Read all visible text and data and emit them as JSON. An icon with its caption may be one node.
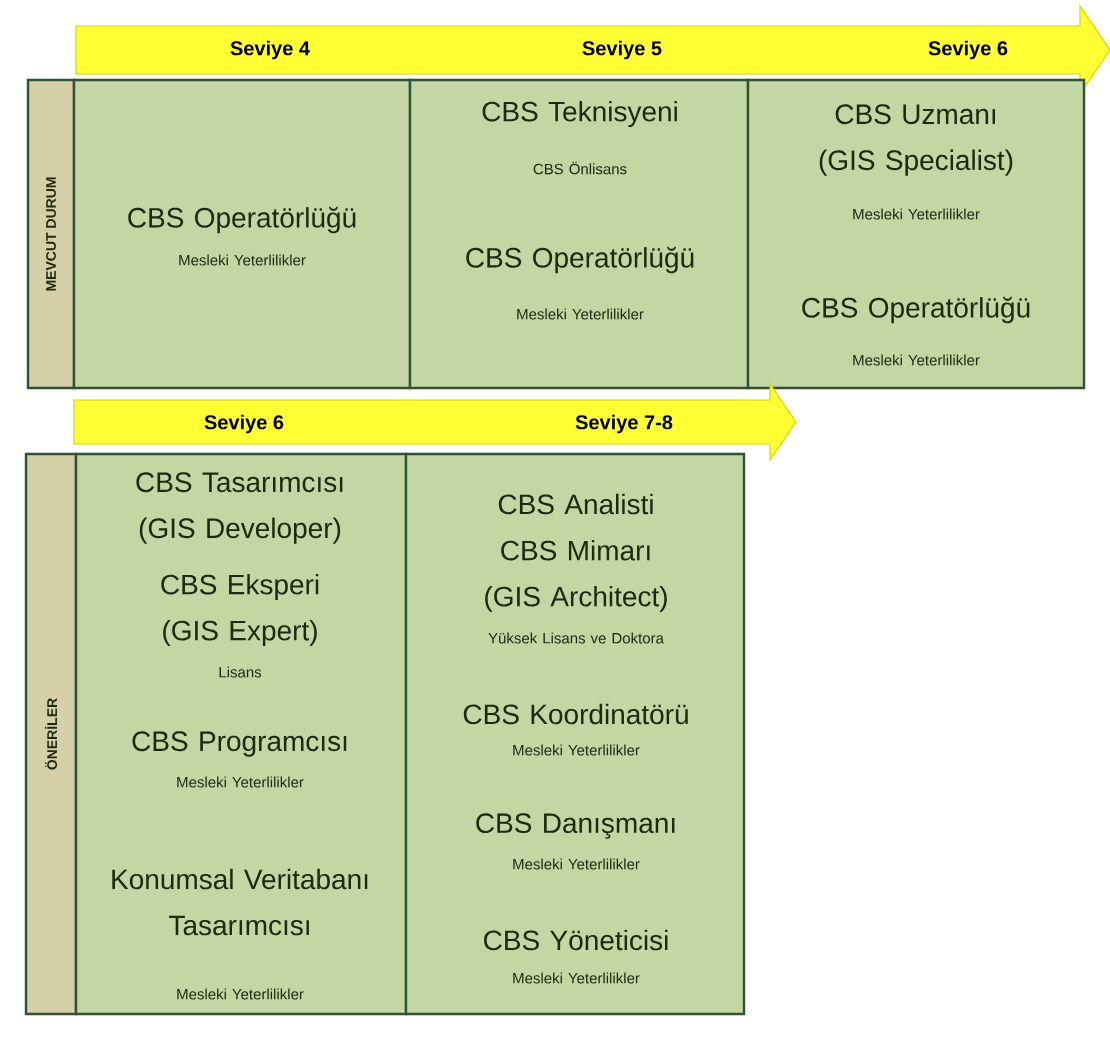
{
  "diagram": {
    "nodes": [
      {
        "text": [
          "Seviye 4",
          "Seviye 5",
          "Seviye 6"
        ]
      },
      {
        "text": [
          "MEVCUT DURUM"
        ]
      },
      {
        "text": [
          "CBS Operatörlüğü",
          "Mesleki Yeterlilikler"
        ]
      },
      {
        "text": [
          "CBS Teknisyeni",
          "CBS Önlisans",
          "CBS Operatörlüğü",
          "Mesleki Yeterlilikler"
        ]
      },
      {
        "text": [
          "CBS Uzmanı (GIS Specialist)",
          "Mesleki Yeterlilikler",
          "CBS Operatörlüğü",
          "Mesleki Yeterlilikler"
        ]
      },
      {
        "text": [
          "Seviye 6",
          "Seviye 7-8"
        ]
      },
      {
        "text": [
          "ÖNERİLER"
        ]
      },
      {
        "text": [
          "CBS Tasarımcısı (GIS Developer)",
          "CBS Eksperi (GIS Expert)",
          "Lisans",
          "CBS Programcısı",
          "Mesleki Yeterlilikler",
          "Konumsal Veritabanı Tasarımcısı",
          "Mesleki Yeterlilikler"
        ]
      },
      {
        "text": [
          "CBS Analisti",
          "CBS Mimarı (GIS Architect)",
          "Yüksek Lisans ve Doktora",
          "CBS Koordinatörü",
          "Mesleki Yeterlilikler",
          "CBS Danışmanı",
          "Mesleki Yeterlilikler",
          "CBS Yöneticisi",
          "Mesleki Yeterlilikler"
        ]
      }
    ]
  }
}
